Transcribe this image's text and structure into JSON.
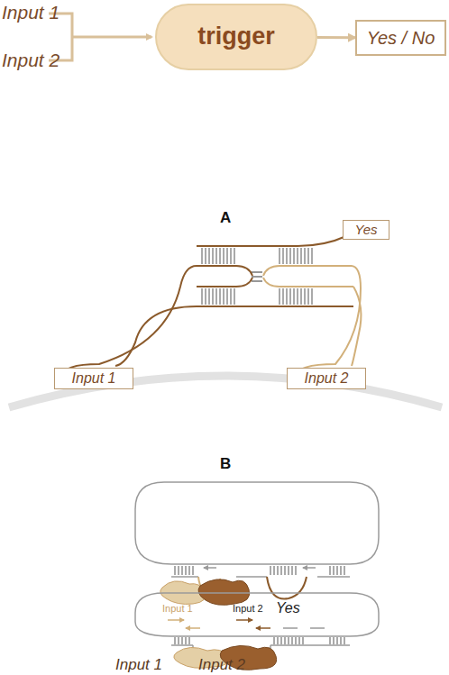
{
  "diagram": {
    "nodes": [
      {
        "text": [
          "trigger"
        ]
      },
      {
        "text": [
          "Yes / No"
        ]
      },
      {
        "text": [
          "Yes"
        ]
      },
      {
        "text": [
          "Input 1"
        ]
      },
      {
        "text": [
          "Input 2"
        ]
      }
    ],
    "edges": [
      {
        "from": 0,
        "to": 1,
        "arrow": "to"
      }
    ],
    "labels": [
      "Input 1",
      "Input 2",
      "A",
      "B",
      "Input 1",
      "Input 2",
      "Yes",
      "Input 1",
      "Input 2"
    ]
  }
}
